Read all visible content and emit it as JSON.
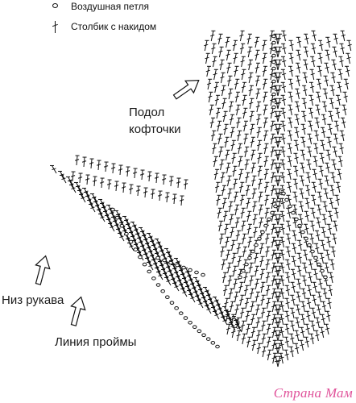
{
  "legend": {
    "chain": "Воздушная петля",
    "double_crochet": "Столбик с накидом"
  },
  "labels": {
    "hem_line1": "Подол",
    "hem_line2": "кофточки",
    "sleeve_bottom": "Низ рукава",
    "armhole_line": "Линия проймы"
  },
  "watermark": "Страна Мам",
  "colors": {
    "ink": "#111111",
    "watermark": "#e0529a"
  },
  "icons": [
    "chain-stitch-icon",
    "double-crochet-icon",
    "arrow-icon"
  ]
}
